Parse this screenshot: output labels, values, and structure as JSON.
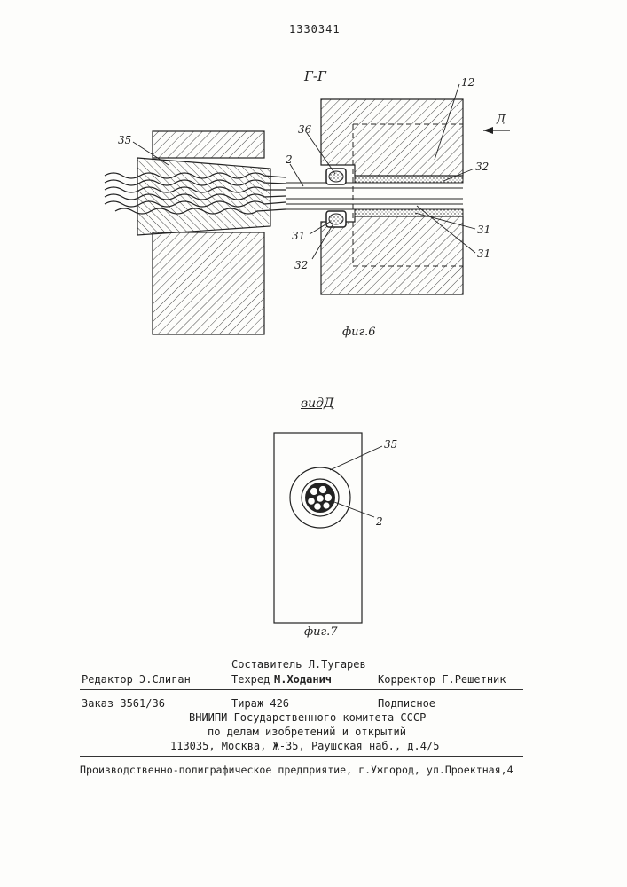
{
  "document": {
    "patent_number": "1330341",
    "section_label": "Г-Г",
    "view_label": "видД",
    "figures": {
      "fig6": {
        "caption": "фиг.6",
        "labels": [
          "35",
          "36",
          "12",
          "Д",
          "2",
          "32",
          "31",
          "31",
          "31",
          "32"
        ]
      },
      "fig7": {
        "caption": "фиг.7",
        "labels": [
          "35",
          "2"
        ]
      }
    },
    "footer": {
      "editor": "Редактор Э.Слиган",
      "compiler": "Составитель Л.Тугарев",
      "techred_prefix": "Техред",
      "techred_name": "М.Ходанич",
      "corrector": "Корректор Г.Решетник",
      "order": "Заказ 3561/36",
      "circulation": "Тираж 426",
      "subscription": "Подписное",
      "org_line1": "ВНИИПИ Государственного комитета СССР",
      "org_line2": "по делам изобретений и открытий",
      "org_line3": "113035, Москва, Ж-35, Раушская наб., д.4/5",
      "printing": "Производственно-полиграфическое предприятие, г.Ужгород, ул.Проектная,4"
    }
  }
}
